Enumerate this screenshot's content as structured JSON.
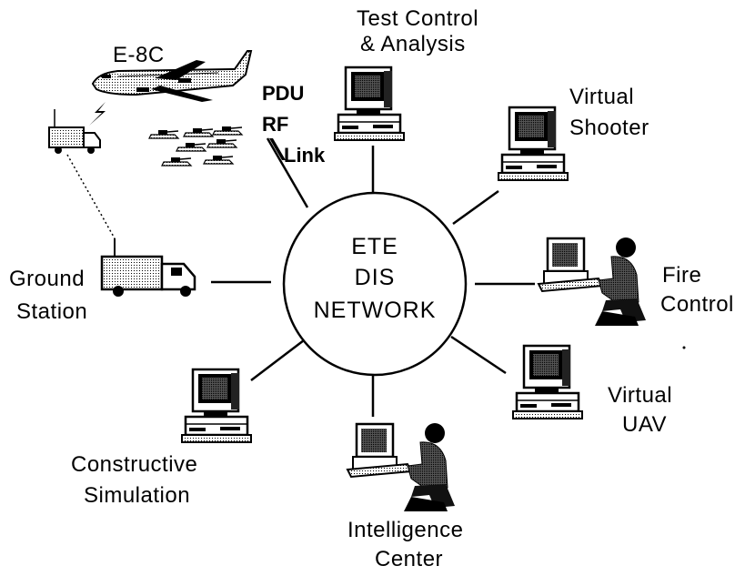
{
  "hub": {
    "line1": "ETE",
    "line2": "DIS",
    "line3": "NETWORK"
  },
  "nodes": {
    "test_control": {
      "line1": "Test Control",
      "line2": "& Analysis"
    },
    "virtual_shooter": {
      "line1": "Virtual",
      "line2": "Shooter"
    },
    "fire_control": {
      "line1": "Fire",
      "line2": "Control"
    },
    "virtual_uav": {
      "line1": "Virtual",
      "line2": "UAV"
    },
    "intelligence_center": {
      "line1": "Intelligence",
      "line2": "Center"
    },
    "constructive_simulation": {
      "line1": "Constructive",
      "line2": "Simulation"
    },
    "ground_station": {
      "line1": "Ground",
      "line2": "Station"
    }
  },
  "aircraft": {
    "label": "E-8C"
  },
  "rf_link": {
    "line1": "PDU",
    "line2": "RF",
    "line3": "Link"
  }
}
